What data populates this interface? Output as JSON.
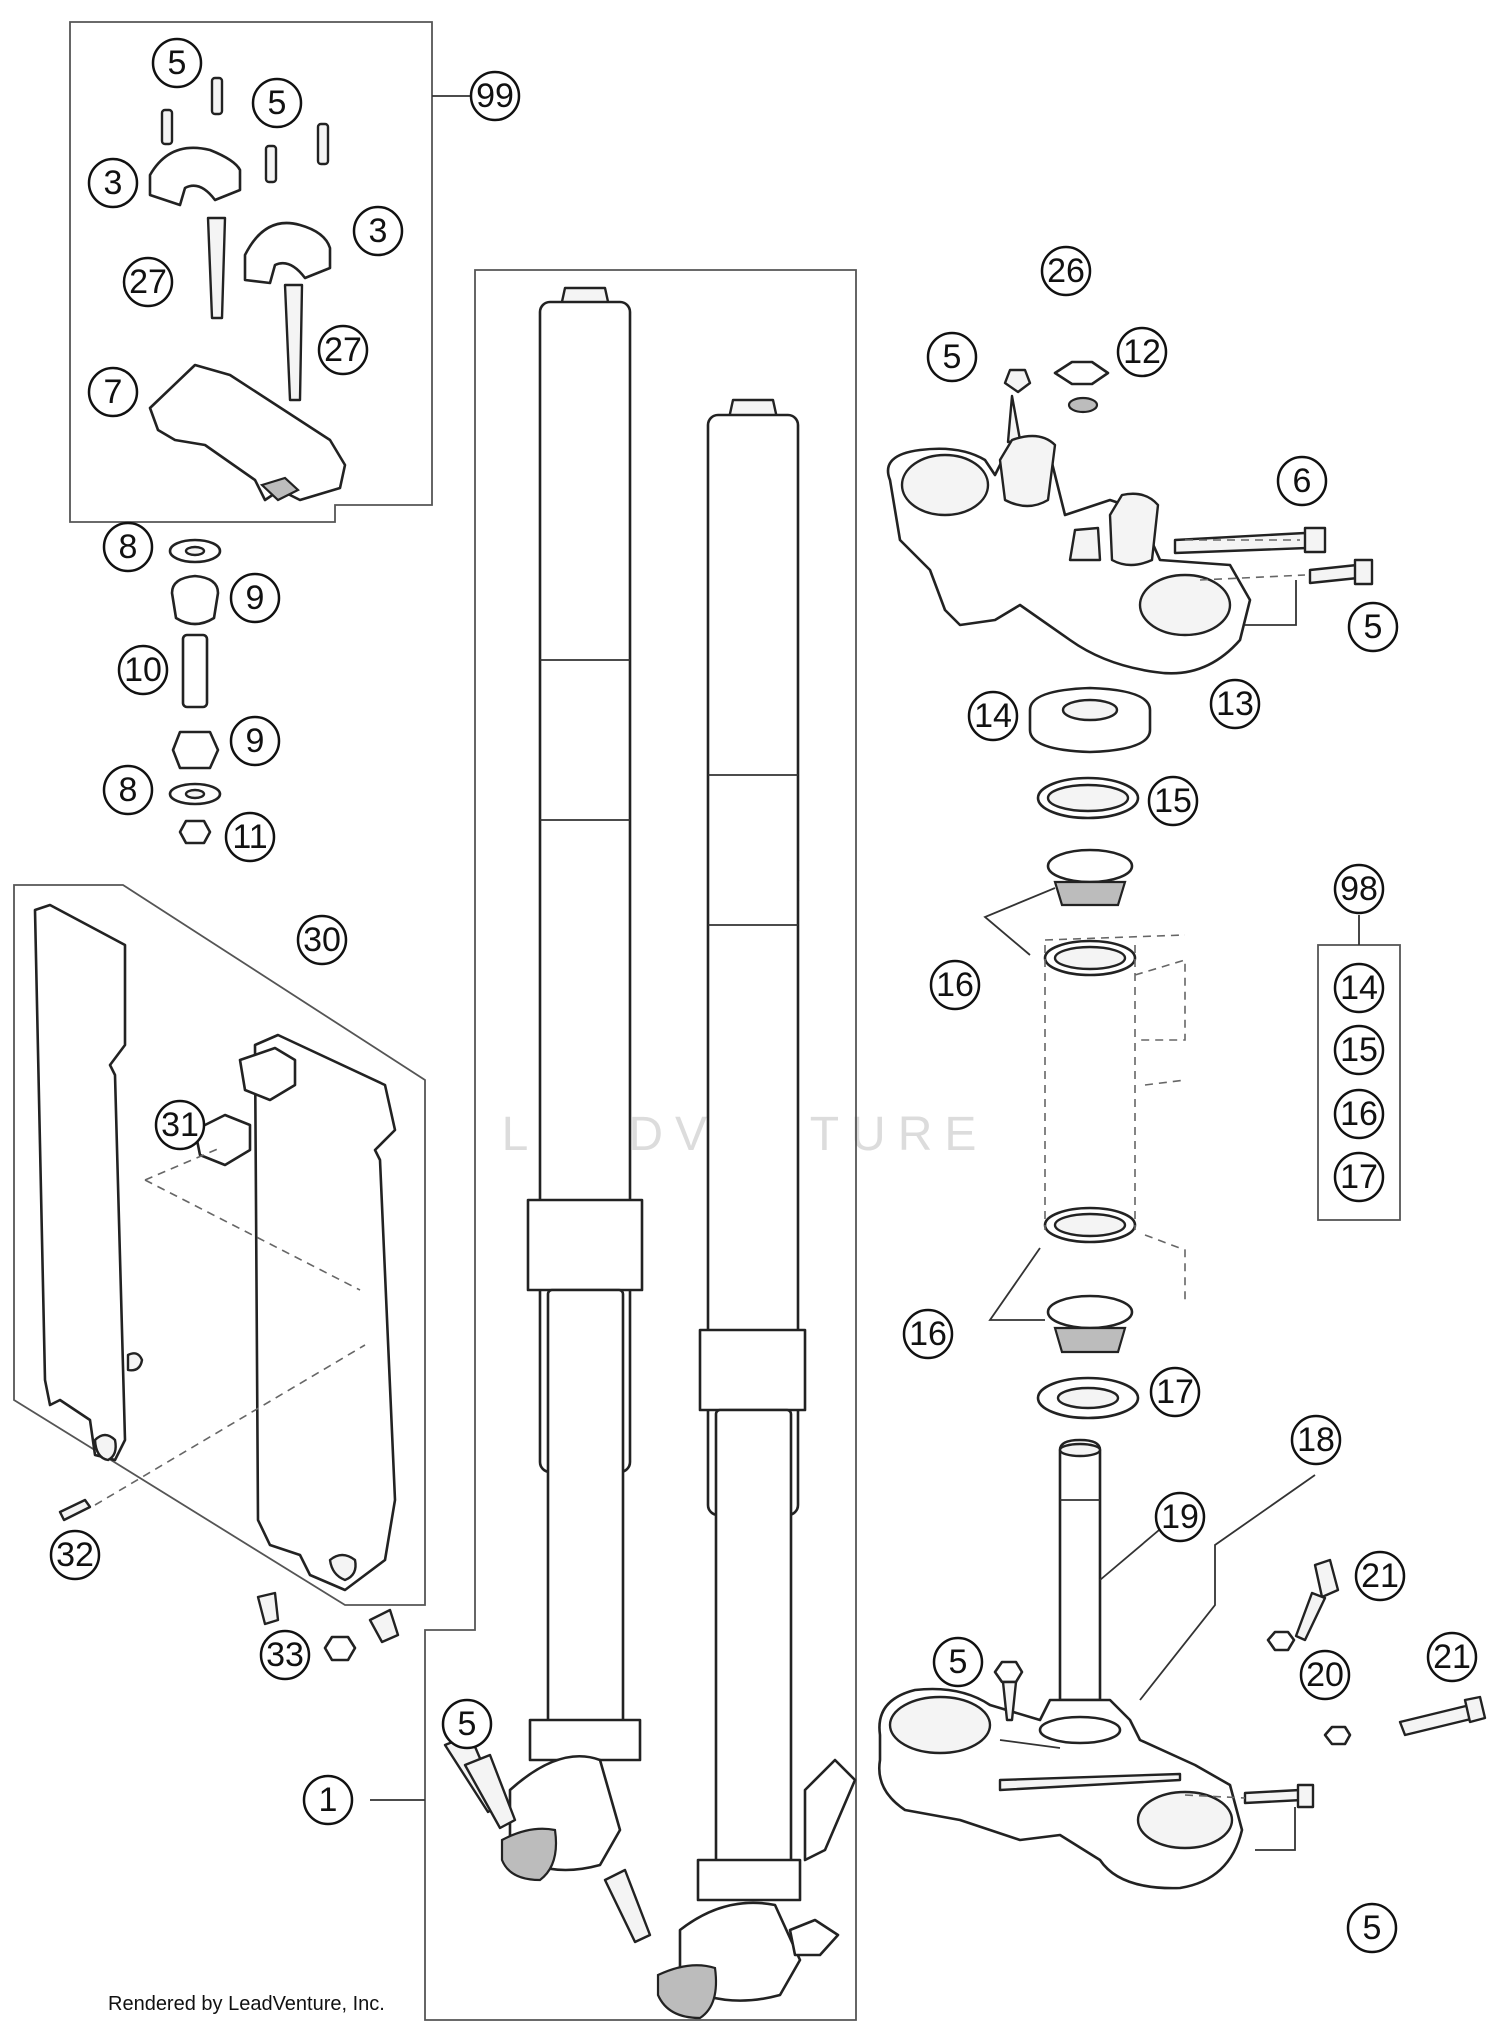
{
  "watermark": "LEADVENTURE",
  "footer": "Rendered by LeadVenture, Inc.",
  "callouts": [
    {
      "id": "c-5a",
      "label": "5"
    },
    {
      "id": "c-5b",
      "label": "5"
    },
    {
      "id": "c-99",
      "label": "99"
    },
    {
      "id": "c-3a",
      "label": "3"
    },
    {
      "id": "c-3b",
      "label": "3"
    },
    {
      "id": "c-27a",
      "label": "27"
    },
    {
      "id": "c-27b",
      "label": "27"
    },
    {
      "id": "c-7",
      "label": "7"
    },
    {
      "id": "c-8a",
      "label": "8"
    },
    {
      "id": "c-9a",
      "label": "9"
    },
    {
      "id": "c-10",
      "label": "10"
    },
    {
      "id": "c-9b",
      "label": "9"
    },
    {
      "id": "c-8b",
      "label": "8"
    },
    {
      "id": "c-11",
      "label": "11"
    },
    {
      "id": "c-30",
      "label": "30"
    },
    {
      "id": "c-31",
      "label": "31"
    },
    {
      "id": "c-32",
      "label": "32"
    },
    {
      "id": "c-33",
      "label": "33"
    },
    {
      "id": "c-1",
      "label": "1"
    },
    {
      "id": "c-5c",
      "label": "5"
    },
    {
      "id": "c-26",
      "label": "26"
    },
    {
      "id": "c-12",
      "label": "12"
    },
    {
      "id": "c-5d",
      "label": "5"
    },
    {
      "id": "c-6",
      "label": "6"
    },
    {
      "id": "c-5e",
      "label": "5"
    },
    {
      "id": "c-13",
      "label": "13"
    },
    {
      "id": "c-14",
      "label": "14"
    },
    {
      "id": "c-15",
      "label": "15"
    },
    {
      "id": "c-16a",
      "label": "16"
    },
    {
      "id": "c-98",
      "label": "98"
    },
    {
      "id": "c-98-14",
      "label": "14"
    },
    {
      "id": "c-98-15",
      "label": "15"
    },
    {
      "id": "c-98-16",
      "label": "16"
    },
    {
      "id": "c-98-17",
      "label": "17"
    },
    {
      "id": "c-16b",
      "label": "16"
    },
    {
      "id": "c-17",
      "label": "17"
    },
    {
      "id": "c-18",
      "label": "18"
    },
    {
      "id": "c-19",
      "label": "19"
    },
    {
      "id": "c-21a",
      "label": "21"
    },
    {
      "id": "c-21b",
      "label": "21"
    },
    {
      "id": "c-20",
      "label": "20"
    },
    {
      "id": "c-5f",
      "label": "5"
    },
    {
      "id": "c-5g",
      "label": "5"
    }
  ]
}
